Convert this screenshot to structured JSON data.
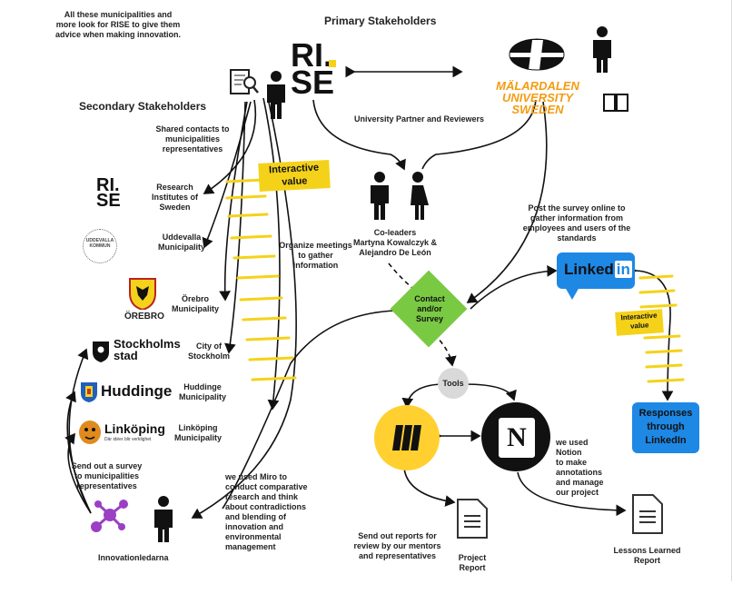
{
  "intro": {
    "text_1": "All these municipalities and",
    "text_2": "more look for RISE to give them",
    "text_3": "advice when making innovation."
  },
  "headings": {
    "primary": "Primary Stakeholders",
    "secondary": "Secondary Stakeholders"
  },
  "rise_logo": {
    "line1": "RI.",
    "line2": "SE"
  },
  "mdu": {
    "line1": "MÄLARDALEN UNIVERSITY",
    "line2": "SWEDEN"
  },
  "labels": {
    "partner": "University Partner and Reviewers",
    "shared_1": "Shared contacts to",
    "shared_2": "municipalities",
    "shared_3": "representatives",
    "interactive_1": "Interactive",
    "interactive_2": "value",
    "organize_1": "Organize meetings",
    "organize_2": "to gather",
    "organize_3": "information",
    "coleaders_1": "Co-leaders",
    "coleaders_2": "Martyna Kowalczyk &",
    "coleaders_3": "Alejandro De León",
    "post_1": "Post the survey online to",
    "post_2": "gather information from",
    "post_3": "employees and users of the",
    "post_4": "standards",
    "contact_1": "Contact",
    "contact_2": "and/or",
    "contact_3": "Survey",
    "tools": "Tools",
    "interactive2_1": "Interactive",
    "interactive2_2": "value",
    "responses_1": "Responses",
    "responses_2": "through",
    "responses_3": "LinkedIn",
    "notion_1": "we used",
    "notion_2": "Notion",
    "notion_3": "to make",
    "notion_4": "annotations",
    "notion_5": "and manage",
    "notion_6": "our project",
    "miro_1": "we used Miro to",
    "miro_2": "conduct comparative",
    "miro_3": "research and think",
    "miro_4": "about contradictions",
    "miro_5": "and blending of",
    "miro_6": "innovation and",
    "miro_7": "environmental",
    "miro_8": "management",
    "reports_1": "Send out reports for",
    "reports_2": "review by our mentors",
    "reports_3": "and representatives",
    "project_1": "Project",
    "project_2": "Report",
    "lessons_1": "Lessons Learned",
    "lessons_2": "Report",
    "survey_1": "Send out a survey",
    "survey_2": "to municipalities",
    "survey_3": "representatives",
    "innovation": "Innovationledarna"
  },
  "stakeholders": {
    "rise_1": "Research",
    "rise_2": "Institutes of",
    "rise_3": "Sweden",
    "uddevalla_1": "Uddevalla",
    "uddevalla_2": "Municipality",
    "orebro_1": "Örebro",
    "orebro_2": "Municipality",
    "stockholm_1": "City of",
    "stockholm_2": "Stockholm",
    "huddinge_1": "Huddinge",
    "huddinge_2": "Municipality",
    "linkoping_1": "Linköping",
    "linkoping_2": "Municipality"
  },
  "logos": {
    "rise_small_1": "RI.",
    "rise_small_2": "SE",
    "uddevalla_seal": "UDDEVALLA KOMMUN",
    "orebro": "ÖREBRO",
    "stockholm_1": "Stockholms",
    "stockholm_2": "stad",
    "huddinge": "Huddinge",
    "linkoping": "Linköping",
    "linkoping_tag": "Där idéer blir verklighet",
    "linkedin": "Linked",
    "linkedin_in": "in",
    "notion": "N"
  },
  "icon_names": [
    "search-document-icon",
    "person-icon",
    "train-logo-icon",
    "book-icon",
    "woman-icon",
    "document-icon",
    "miro-logo-icon",
    "notion-logo-icon",
    "molecule-icon"
  ],
  "colors": {
    "yellow": "#f5d21a",
    "green": "#7ac943",
    "linkedin_blue": "#1e88e5",
    "orange": "#f39c12",
    "miro_yellow": "#ffd02f"
  }
}
